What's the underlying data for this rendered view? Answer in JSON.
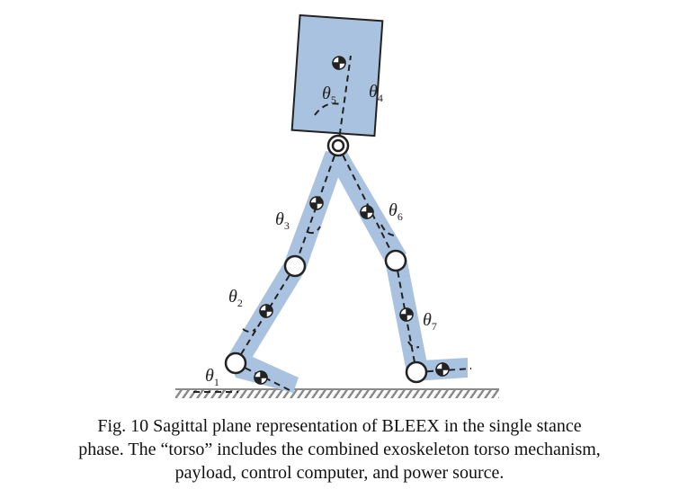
{
  "figure": {
    "angle_labels": [
      {
        "id": "theta1",
        "symbol": "θ",
        "sub": "1"
      },
      {
        "id": "theta2",
        "symbol": "θ",
        "sub": "2"
      },
      {
        "id": "theta3",
        "symbol": "θ",
        "sub": "3"
      },
      {
        "id": "theta4",
        "symbol": "θ",
        "sub": "4"
      },
      {
        "id": "theta5",
        "symbol": "θ",
        "sub": "5"
      },
      {
        "id": "theta6",
        "symbol": "θ",
        "sub": "6"
      },
      {
        "id": "theta7",
        "symbol": "θ",
        "sub": "7"
      }
    ],
    "colors": {
      "limb": "#a9c2df",
      "torso_fill": "#a9c2df",
      "line": "#222222",
      "ground": "#8a8a8a"
    }
  },
  "caption": {
    "line1": "Fig. 10  Sagittal plane representation of BLEEX in the single stance",
    "line2": "phase. The “torso” includes the combined exoskeleton torso mechanism,",
    "line3": "payload, control computer, and power source."
  }
}
